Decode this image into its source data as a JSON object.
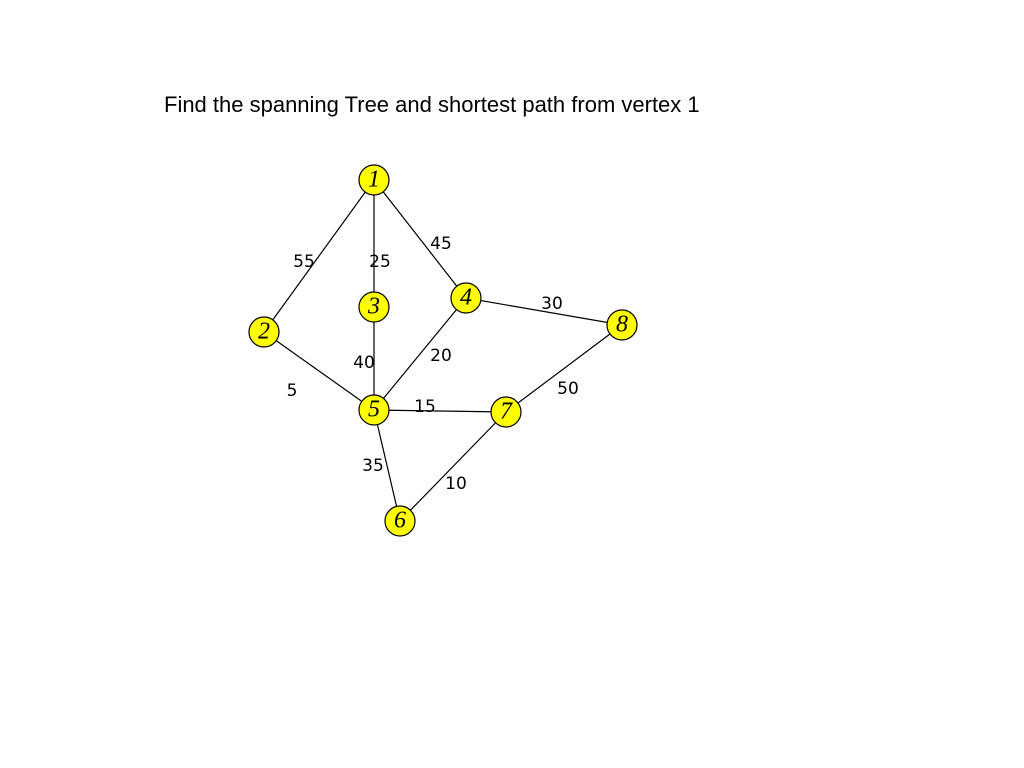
{
  "title": "Find the spanning Tree and shortest path from vertex 1",
  "colors": {
    "node_fill": "#ffff00",
    "node_stroke": "#000000",
    "edge": "#000000",
    "text": "#000000"
  },
  "graph": {
    "nodes": [
      {
        "id": "1",
        "label": "1"
      },
      {
        "id": "2",
        "label": "2"
      },
      {
        "id": "3",
        "label": "3"
      },
      {
        "id": "4",
        "label": "4"
      },
      {
        "id": "5",
        "label": "5"
      },
      {
        "id": "6",
        "label": "6"
      },
      {
        "id": "7",
        "label": "7"
      },
      {
        "id": "8",
        "label": "8"
      }
    ],
    "edges": [
      {
        "from": "1",
        "to": "2",
        "weight": "55"
      },
      {
        "from": "1",
        "to": "3",
        "weight": "25"
      },
      {
        "from": "1",
        "to": "4",
        "weight": "45"
      },
      {
        "from": "2",
        "to": "5",
        "weight": "5"
      },
      {
        "from": "3",
        "to": "5",
        "weight": "40"
      },
      {
        "from": "4",
        "to": "5",
        "weight": "20"
      },
      {
        "from": "4",
        "to": "8",
        "weight": "30"
      },
      {
        "from": "5",
        "to": "7",
        "weight": "15"
      },
      {
        "from": "5",
        "to": "6",
        "weight": "35"
      },
      {
        "from": "6",
        "to": "7",
        "weight": "10"
      },
      {
        "from": "7",
        "to": "8",
        "weight": "50"
      }
    ]
  }
}
